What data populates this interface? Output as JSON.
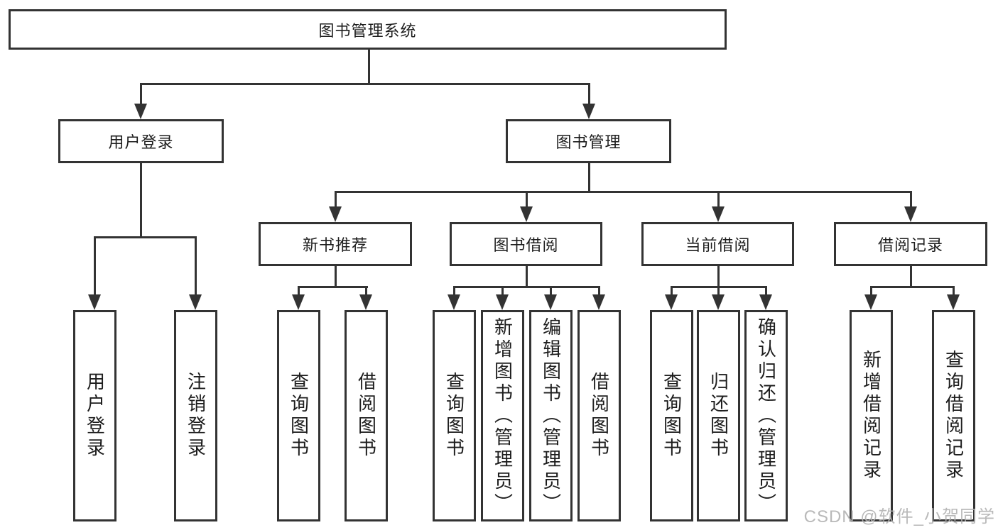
{
  "diagram": {
    "root": {
      "label": "图书管理系统"
    },
    "level2": [
      {
        "id": "user-login",
        "label": "用户登录"
      },
      {
        "id": "book-management",
        "label": "图书管理"
      }
    ],
    "level3": [
      {
        "id": "new-book-recommendation",
        "label": "新书推荐"
      },
      {
        "id": "book-borrowing",
        "label": "图书借阅"
      },
      {
        "id": "current-borrowing",
        "label": "当前借阅"
      },
      {
        "id": "borrowing-records",
        "label": "借阅记录"
      }
    ],
    "leaves": [
      {
        "id": "user-login-action",
        "label": "用户登录"
      },
      {
        "id": "logout-action",
        "label": "注销登录"
      },
      {
        "id": "query-books-recommend",
        "label": "查询图书"
      },
      {
        "id": "borrow-books-recommend",
        "label": "借阅图书"
      },
      {
        "id": "query-books-borrowing",
        "label": "查询图书"
      },
      {
        "id": "add-books-admin",
        "label": "新增图书（管理员）"
      },
      {
        "id": "edit-books-admin",
        "label": "编辑图书（管理员）"
      },
      {
        "id": "borrow-books-borrowing",
        "label": "借阅图书"
      },
      {
        "id": "query-books-current",
        "label": "查询图书"
      },
      {
        "id": "return-books",
        "label": "归还图书"
      },
      {
        "id": "confirm-return-admin",
        "label": "确认归还（管理员）"
      },
      {
        "id": "add-borrow-record",
        "label": "新增借阅记录"
      },
      {
        "id": "query-borrow-record",
        "label": "查询借阅记录"
      }
    ],
    "watermark": "CSDN @软件_小贺同学",
    "colors": {
      "line": "#333333",
      "box_border": "#333333",
      "text": "#1d1d1d",
      "background": "#ffffff",
      "watermark": "#b2b2b2"
    }
  }
}
